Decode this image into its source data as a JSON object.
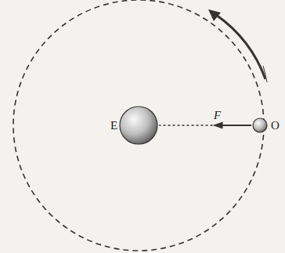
{
  "diagram": {
    "nodes": [
      {
        "text": [
          "E"
        ]
      },
      {
        "text": [
          "O"
        ]
      }
    ],
    "edges": [
      {
        "from": 1,
        "to": 0,
        "arrow": "to",
        "label": "F"
      }
    ]
  }
}
